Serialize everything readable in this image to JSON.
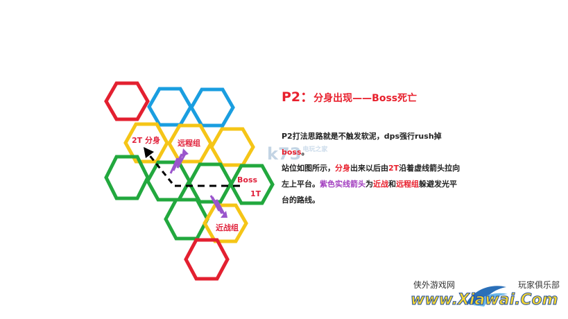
{
  "title": {
    "main": "P2：",
    "sub": "分身出现——Boss死亡"
  },
  "desc": {
    "p1": "P2打法思路就是不触发软泥，dps强行rush掉",
    "p1_red": "boss",
    "p1_end": "。",
    "p2_a": "站位如图所示，",
    "p2_red1": "分身",
    "p2_b": "出来以后由",
    "p2_red2": "2T",
    "p2_c": "沿着虚线箭头拉向左上平台。",
    "p2_purple": "紫色实线箭头",
    "p2_d": "为",
    "p2_red3": "近战",
    "p2_e": "和",
    "p2_red4": "远程组",
    "p2_f": "躲避发光平台的路线。"
  },
  "hex_labels": {
    "clone": "2T 分身",
    "ranged": "远程组",
    "boss": "Boss",
    "tank1": "1T",
    "melee": "近战组"
  },
  "watermark": {
    "text": "k73",
    "sub": "电玩之家"
  },
  "logo": {
    "left": "侠外游戏网",
    "right": "玩家俱乐部",
    "main": "www.Xiawai.Com"
  },
  "colors": {
    "red": "#e32030",
    "blue": "#1a9ee0",
    "yellow": "#f5c517",
    "green": "#22a83e",
    "purple": "#9a55cc"
  }
}
